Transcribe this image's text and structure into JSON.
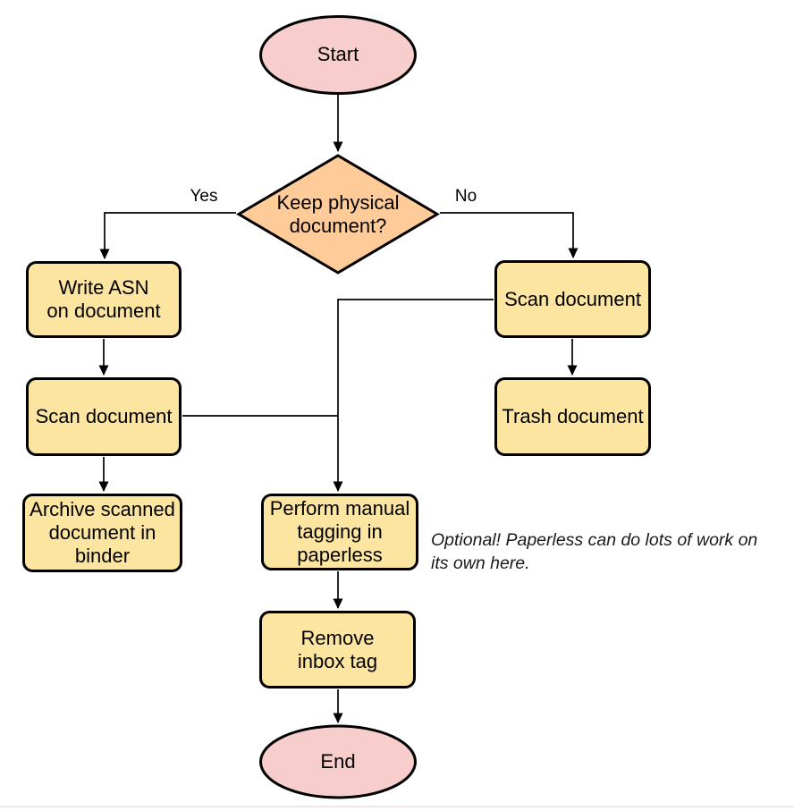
{
  "colors": {
    "terminal_fill": "#F8CECC",
    "decision_fill": "#FFCC99",
    "process_fill": "#FCE5A1",
    "shape_stroke": "#000000",
    "edge_stroke": "#000000"
  },
  "nodes": {
    "start": {
      "label": "Start",
      "shape": "ellipse"
    },
    "decision": {
      "label": "Keep physical\ndocument?",
      "shape": "diamond"
    },
    "write_asn": {
      "label": "Write ASN\non document",
      "shape": "process"
    },
    "scan_left": {
      "label": "Scan document",
      "shape": "process"
    },
    "archive": {
      "label": "Archive scanned\ndocument in\nbinder",
      "shape": "process"
    },
    "scan_right": {
      "label": "Scan document",
      "shape": "process"
    },
    "trash": {
      "label": "Trash document",
      "shape": "process"
    },
    "tagging": {
      "label": "Perform manual\ntagging in\npaperless",
      "shape": "process"
    },
    "remove_inbox": {
      "label": "Remove\ninbox tag",
      "shape": "process"
    },
    "end": {
      "label": "End",
      "shape": "ellipse"
    }
  },
  "edge_labels": {
    "yes": "Yes",
    "no": "No"
  },
  "annotation": {
    "text": "Optional! Paperless can do lots of work on\nits own here."
  }
}
